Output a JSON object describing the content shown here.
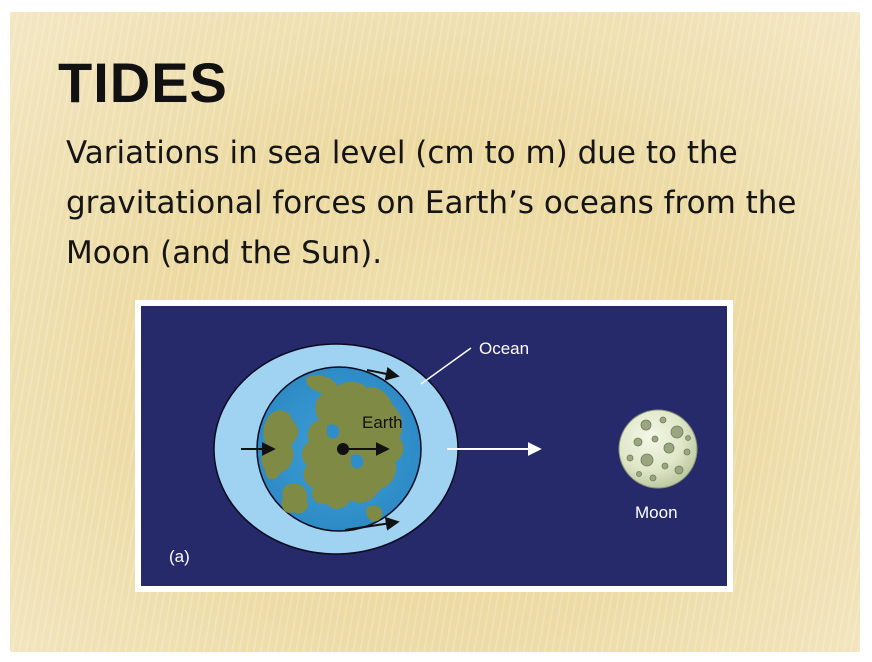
{
  "slide": {
    "title": "TIDES",
    "body": "Variations in sea level (cm to m) due to the gravitational forces on Earth’s oceans from the Moon (and the Sun)."
  },
  "figure": {
    "ocean_label": "Ocean",
    "earth_label": "Earth",
    "moon_label": "Moon",
    "panel_label": "(a)",
    "colors": {
      "background": "#262a6b",
      "ocean": "#9fd3f1",
      "earth_water": "#2f8ec9",
      "land": "#7f8a45",
      "moon": "#dfe7c9"
    }
  }
}
